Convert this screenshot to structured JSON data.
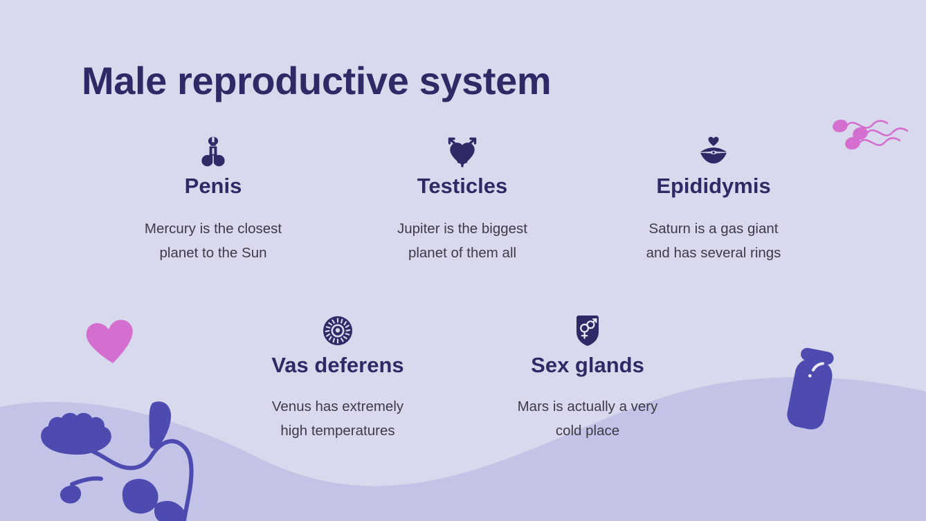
{
  "slide": {
    "title": "Male reproductive system",
    "background_color": "#d9d9ed",
    "wave_color": "#c2c3e6",
    "heading_color": "#2e2a66",
    "body_color": "#3b3b46",
    "accent_pink": "#d46fd0",
    "accent_indigo": "#4d4bb0"
  },
  "items": [
    {
      "icon": "penis-icon",
      "heading": "Penis",
      "body_line1": "Mercury is the closest",
      "body_line2": "planet to the Sun"
    },
    {
      "icon": "transgender-heart-icon",
      "heading": "Testicles",
      "body_line1": "Jupiter is the biggest",
      "body_line2": "planet of them all"
    },
    {
      "icon": "lips-heart-icon",
      "heading": "Epididymis",
      "body_line1": "Saturn is a gas giant",
      "body_line2": "and has several rings"
    },
    {
      "icon": "ovum-sun-icon",
      "heading": "Vas deferens",
      "body_line1": "Venus has extremely",
      "body_line2": "high temperatures"
    },
    {
      "icon": "shield-gender-icon",
      "heading": "Sex glands",
      "body_line1": "Mars is actually a very",
      "body_line2": "cold place"
    }
  ],
  "decorations": [
    {
      "name": "sperm-cluster-illustration",
      "color": "#d46fd0"
    },
    {
      "name": "pink-heart-illustration",
      "color": "#d46fd0"
    },
    {
      "name": "flower-stem-illustration",
      "color": "#4d4bb0"
    },
    {
      "name": "condom-illustration",
      "color": "#4d4bb0"
    },
    {
      "name": "wave-background-shape",
      "color": "#c2c3e6"
    }
  ]
}
